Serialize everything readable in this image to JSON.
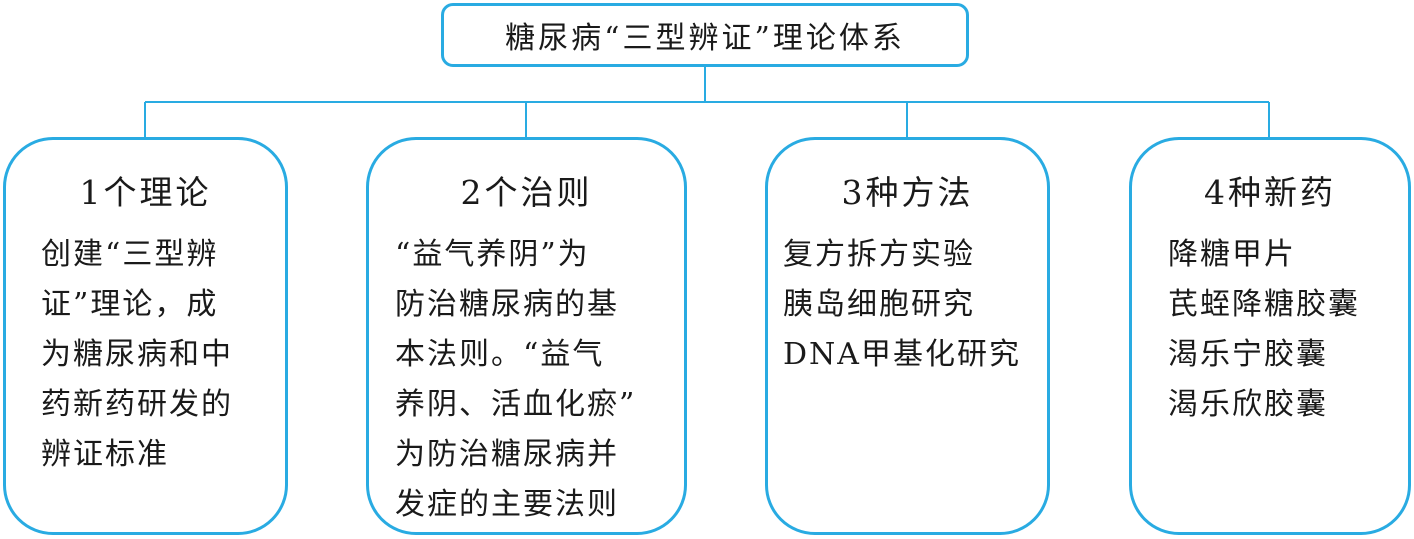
{
  "colors": {
    "accent": "#29abe2",
    "text": "#1a1a1a",
    "background": "#ffffff"
  },
  "root": {
    "title": "糖尿病“三型辨证”理论体系"
  },
  "cards": [
    {
      "title": "1个理论",
      "body": "创建“三型辨\n证”理论，成\n为糖尿病和中\n药新药研发的\n辨证标准"
    },
    {
      "title": "2个治则",
      "body": "“益气养阴”为\n防治糖尿病的基\n本法则。“益气\n养阴、活血化瘀”\n为防治糖尿病并\n发症的主要法则"
    },
    {
      "title": "3种方法",
      "body": "复方拆方实验\n胰岛细胞研究\nDNA甲基化研究"
    },
    {
      "title": "4种新药",
      "body": "降糖甲片\n芪蛭降糖胶囊\n渴乐宁胶囊\n渴乐欣胶囊"
    }
  ]
}
